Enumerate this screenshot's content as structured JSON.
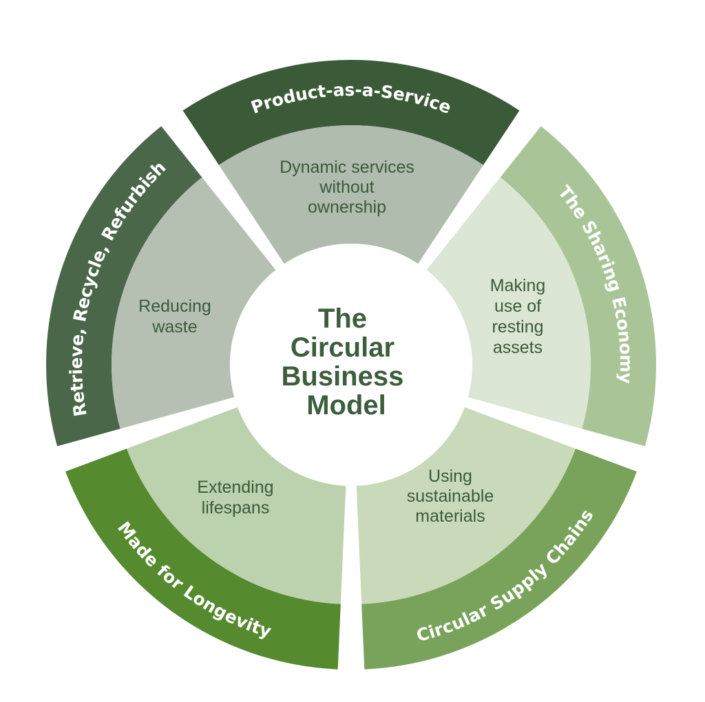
{
  "center": {
    "lines": [
      "The",
      "Circular",
      "Business",
      "Model"
    ],
    "color": "#3d5e3c"
  },
  "segments": [
    {
      "key": "product-as-a-service",
      "label": "Product-as-a-Service",
      "description": [
        "Dynamic services",
        "without",
        "ownership"
      ],
      "outer_color": "#3a5a38",
      "inner_color": "#b0bcae"
    },
    {
      "key": "sharing-economy",
      "label": "The Sharing Economy",
      "description": [
        "Making",
        "use of",
        "resting",
        "assets"
      ],
      "outer_color": "#a9c597",
      "inner_color": "#dce6d4"
    },
    {
      "key": "circular-supply-chains",
      "label": "Circular Supply Chains",
      "description": [
        "Using",
        "sustainable",
        "materials"
      ],
      "outer_color": "#79a35a",
      "inner_color": "#c9dabb"
    },
    {
      "key": "made-for-longevity",
      "label": "Made for Longevity",
      "description": [
        "Extending",
        "lifespans"
      ],
      "outer_color": "#558a2f",
      "inner_color": "#bcd1ad"
    },
    {
      "key": "retrieve-recycle-refurbish",
      "label": "Retrieve, Recycle, Refurbish",
      "description": [
        "Reducing",
        "waste"
      ],
      "outer_color": "#4a6849",
      "inner_color": "#b5c0b3"
    }
  ],
  "text_colors": {
    "inner": "#3b5a3a",
    "outer": "#ffffff"
  }
}
